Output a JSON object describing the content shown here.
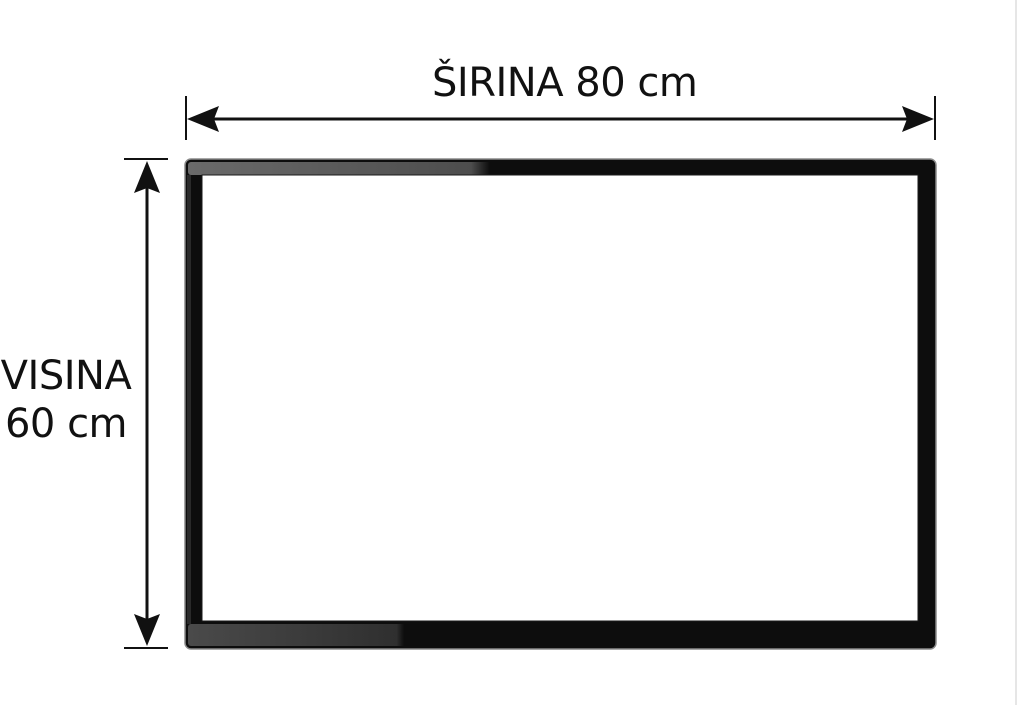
{
  "dimensions": {
    "width_label": "ŠIRINA 80 cm",
    "height_label_line1": "VISINA",
    "height_label_line2": "60 cm"
  },
  "frame": {
    "shape": "rectangle-frame",
    "frame_color": "#0d0d0d",
    "highlight_color": "#4a4a4a",
    "inner_color": "#ffffff"
  },
  "arrows": {
    "color": "#111111",
    "width_arrow_icon": "double-headed-horizontal-arrow",
    "height_arrow_icon": "double-headed-vertical-arrow"
  }
}
